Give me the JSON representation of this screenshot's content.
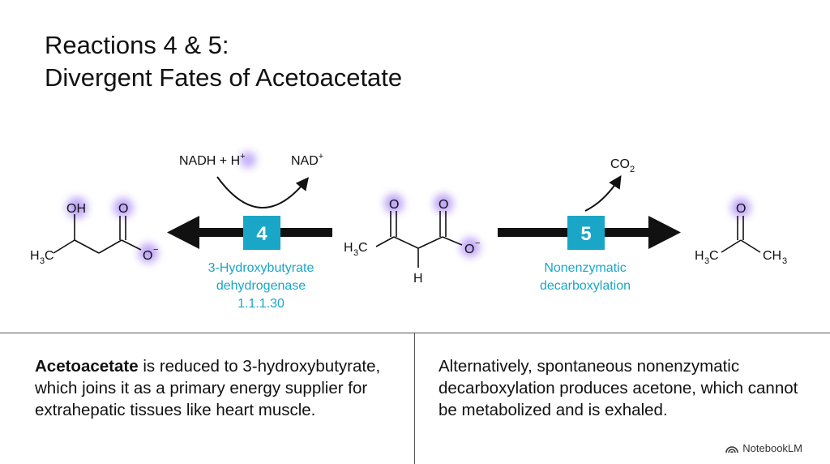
{
  "title": {
    "line1": "Reactions 4 & 5:",
    "line2": "Divergent Fates of Acetoacetate"
  },
  "reaction4": {
    "number": "4",
    "enzyme_line1": "3-Hydroxybutyrate",
    "enzyme_line2": "dehydrogenase",
    "ec_number": "1.1.1.30",
    "cofactor_in": "NADH + H",
    "cofactor_in_sup": "+",
    "cofactor_out": "NAD",
    "cofactor_out_sup": "+"
  },
  "reaction5": {
    "number": "5",
    "label_line1": "Nonenzymatic",
    "label_line2": "decarboxylation",
    "byproduct": "CO",
    "byproduct_sub": "2"
  },
  "molecules": {
    "hydroxybutyrate": {
      "oh": "OH",
      "o": "O",
      "o_minus": "O",
      "charge": "−",
      "methyl": "H",
      "methyl_sub": "3",
      "methyl_c": "C"
    },
    "acetoacetate": {
      "o1": "O",
      "o2": "O",
      "o_minus": "O",
      "charge": "−",
      "methyl": "H",
      "methyl_sub": "3",
      "methyl_c": "C",
      "h": "H"
    },
    "acetone": {
      "o": "O",
      "left_h": "H",
      "left_sub": "3",
      "left_c": "C",
      "right_ch": "CH",
      "right_sub": "3"
    }
  },
  "panels": {
    "left_bold": "Acetoacetate",
    "left_rest": " is reduced to 3-hydroxybutyrate, which joins it as a primary energy supplier for extrahepatic tissues like heart muscle.",
    "right": "Alternatively, spontaneous nonenzymatic decarboxylation produces acetone, which cannot be metabolized and is exhaled."
  },
  "brand": "NotebookLM",
  "colors": {
    "accent": "#1aa6c6",
    "glow": "#8a5cf0",
    "arrow": "#111111"
  }
}
